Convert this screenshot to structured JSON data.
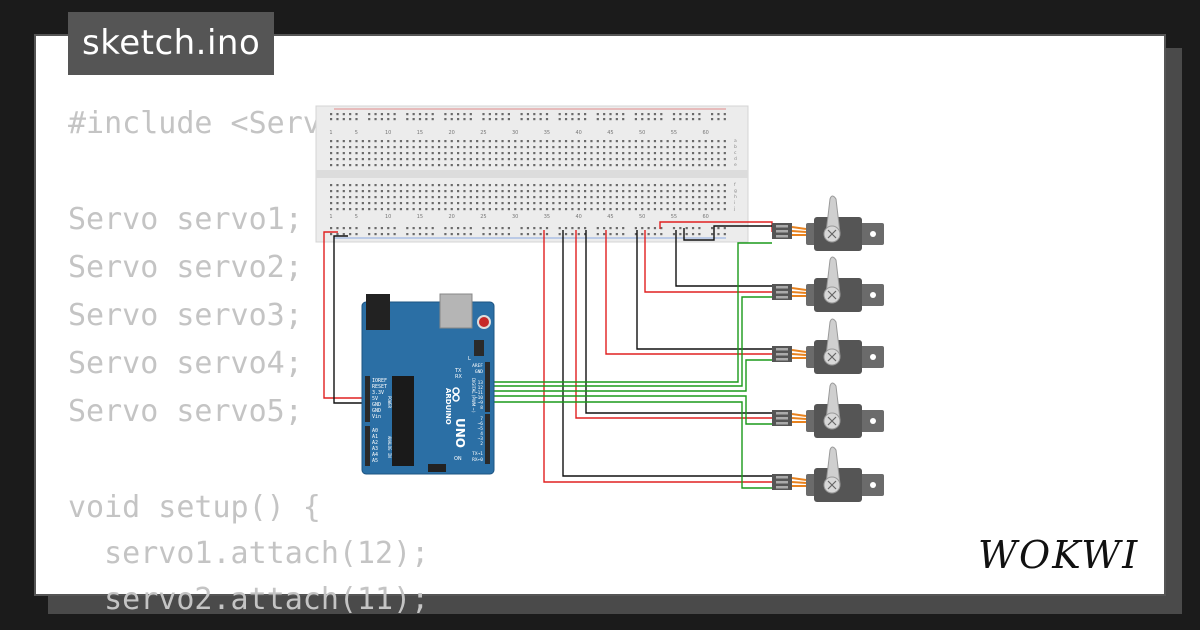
{
  "file_tab": {
    "title": "sketch.ino"
  },
  "code": {
    "lines": [
      "#include <Servo.h>",
      "",
      "Servo servo1;",
      "Servo servo2;",
      "Servo servo3;",
      "Servo servo4;",
      "Servo servo5;",
      "",
      "void setup() {",
      "  servo1.attach(12);",
      "  servo2.attach(11);"
    ]
  },
  "arduino": {
    "model": "UNO",
    "brand": "ARDUINO",
    "power_pins": [
      "IOREF",
      "RESET",
      "3.3V",
      "5V",
      "GND",
      "GND",
      "Vin"
    ],
    "power_label": "POWER",
    "analog_pins": [
      "A0",
      "A1",
      "A2",
      "A3",
      "A4",
      "A5"
    ],
    "analog_label": "ANALOG IN",
    "digital_pins": [
      "AREF",
      "GND",
      "13",
      "12",
      "~11",
      "~10",
      "~9",
      "8",
      "7",
      "~6",
      "~5",
      "4",
      "~3",
      "2",
      "TX→1",
      "RX←0"
    ],
    "digital_label": "DIGITAL (PWM ~)",
    "tx_label": "TX",
    "rx_label": "RX",
    "on_label": "ON",
    "l_label": "L"
  },
  "breadboard": {
    "column_numbers": [
      "1",
      "5",
      "10",
      "15",
      "20",
      "25",
      "30",
      "35",
      "40",
      "45",
      "50",
      "55",
      "60"
    ],
    "row_letters_top": [
      "a",
      "b",
      "c",
      "d",
      "e"
    ],
    "row_letters_bottom": [
      "f",
      "g",
      "h",
      "i",
      "j"
    ]
  },
  "servos": [
    {
      "name": "servo1",
      "pin": "12"
    },
    {
      "name": "servo2",
      "pin": "11"
    },
    {
      "name": "servo3",
      "pin": "10"
    },
    {
      "name": "servo4",
      "pin": "9"
    },
    {
      "name": "servo5",
      "pin": "8"
    }
  ],
  "wire_colors": {
    "power": "#e02020",
    "ground": "#111111",
    "signal": "#1a9a1a"
  },
  "brand": {
    "logo_text": "WOKWI"
  }
}
